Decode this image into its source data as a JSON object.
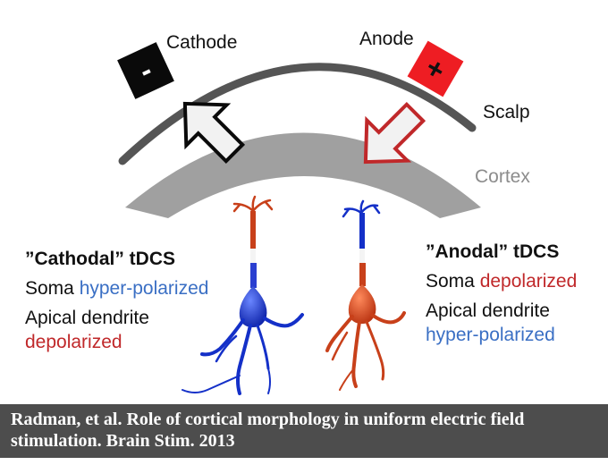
{
  "labels": {
    "cathode": "Cathode",
    "anode": "Anode",
    "scalp": "Scalp",
    "cortex": "Cortex",
    "minus_sign": "-",
    "plus_sign": "+"
  },
  "cathodal": {
    "heading": "”Cathodal” tDCS",
    "soma_prefix": "Soma ",
    "soma_state": "hyper-polarized",
    "dendrite_label": "Apical dendrite",
    "dendrite_state": "depolarized"
  },
  "anodal": {
    "heading": "”Anodal” tDCS",
    "soma_prefix": "Soma ",
    "soma_state": "depolarized",
    "dendrite_label": "Apical dendrite",
    "dendrite_state": "hyper-polarized"
  },
  "citation": {
    "line1": "Radman, et al. Role of cortical morphology in uniform electric field",
    "line2": "stimulation. Brain Stim. 2013"
  },
  "colors": {
    "cathode": "#0a0a0a",
    "anode": "#ee1d23",
    "hyperpolarized": "#3a6fc4",
    "depolarized": "#c0282a",
    "scalp": "#555555",
    "cortex": "#a0a0a0",
    "neuron_blue": "#1430c8",
    "neuron_red": "#c8401a"
  }
}
